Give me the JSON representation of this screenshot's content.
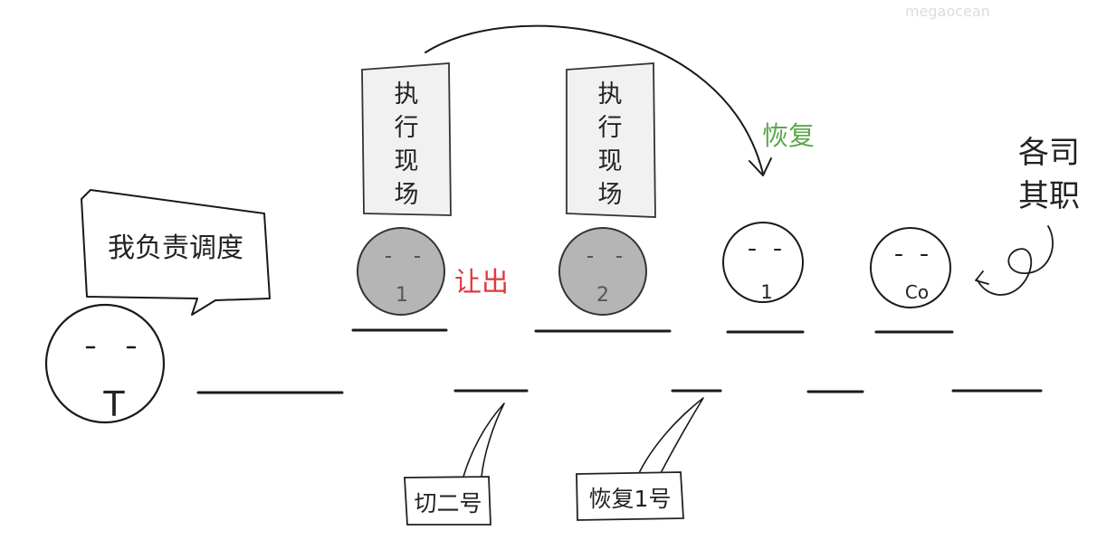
{
  "watermark": "megaocean",
  "speech": {
    "dispatcher": "我负责调度",
    "yield": "让出",
    "restore": "恢复",
    "each_duty_line1": "各司",
    "each_duty_line2": "其职",
    "switch_two": "切二号",
    "restore_one": "恢复1号"
  },
  "cards": [
    {
      "chars": [
        "执",
        "行",
        "现",
        "场"
      ]
    },
    {
      "chars": [
        "执",
        "行",
        "现",
        "场"
      ]
    }
  ],
  "actors": {
    "scheduler": "T",
    "g1": "1",
    "g2": "2",
    "g1_resumed": "1",
    "coroutine": "Co"
  },
  "colors": {
    "yield": "#e0393e",
    "restore": "#5aa84a",
    "gray_face": "#b5b5b5"
  }
}
